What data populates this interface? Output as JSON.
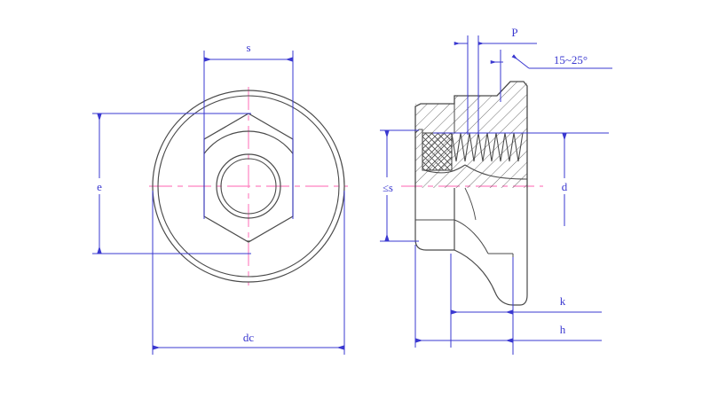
{
  "drawing": {
    "title": "Hexagon Flange Nut Engineering Drawing",
    "colors": {
      "outline": "#4a4a4a",
      "dimension": "#3a38d0",
      "centerline": "#ff80c0",
      "background": "#ffffff"
    },
    "views": [
      {
        "name": "front-view",
        "description": "Hexagon flange nut end view with hexagon, flange circles and bore"
      },
      {
        "name": "section-view",
        "description": "Half-section side view showing thread profile, nylon insert and flange"
      }
    ]
  },
  "dimensions": {
    "s": {
      "label": "s",
      "name": "across-flats",
      "view": "front-view",
      "orientation": "horizontal"
    },
    "e": {
      "label": "e",
      "name": "across-corners",
      "view": "front-view",
      "orientation": "vertical"
    },
    "dc": {
      "label": "dc",
      "name": "flange-diameter",
      "view": "front-view",
      "orientation": "horizontal"
    },
    "P": {
      "label": "P",
      "name": "thread-pitch",
      "view": "section-view",
      "orientation": "horizontal"
    },
    "angle": {
      "label": "15~25°",
      "name": "flange-chamfer-angle",
      "view": "section-view",
      "orientation": "leader"
    },
    "d": {
      "label": "d",
      "name": "thread-diameter",
      "view": "section-view",
      "orientation": "vertical"
    },
    "s_max": {
      "label": "≤s",
      "name": "bearing-face-max",
      "view": "section-view",
      "orientation": "vertical"
    },
    "k": {
      "label": "k",
      "name": "nut-height",
      "view": "section-view",
      "orientation": "horizontal"
    },
    "h": {
      "label": "h",
      "name": "total-height",
      "view": "section-view",
      "orientation": "horizontal"
    }
  }
}
